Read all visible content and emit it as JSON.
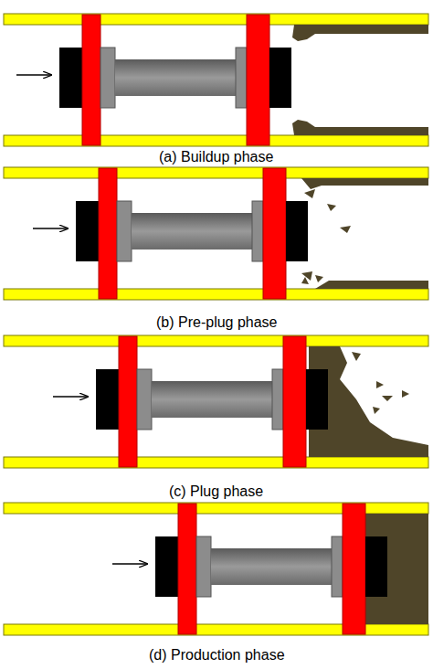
{
  "diagram": {
    "labels": [
      "(a) Buildup phase",
      "(b) Pre-plug phase",
      "(c) Plug phase",
      "(d) Production phase"
    ]
  }
}
